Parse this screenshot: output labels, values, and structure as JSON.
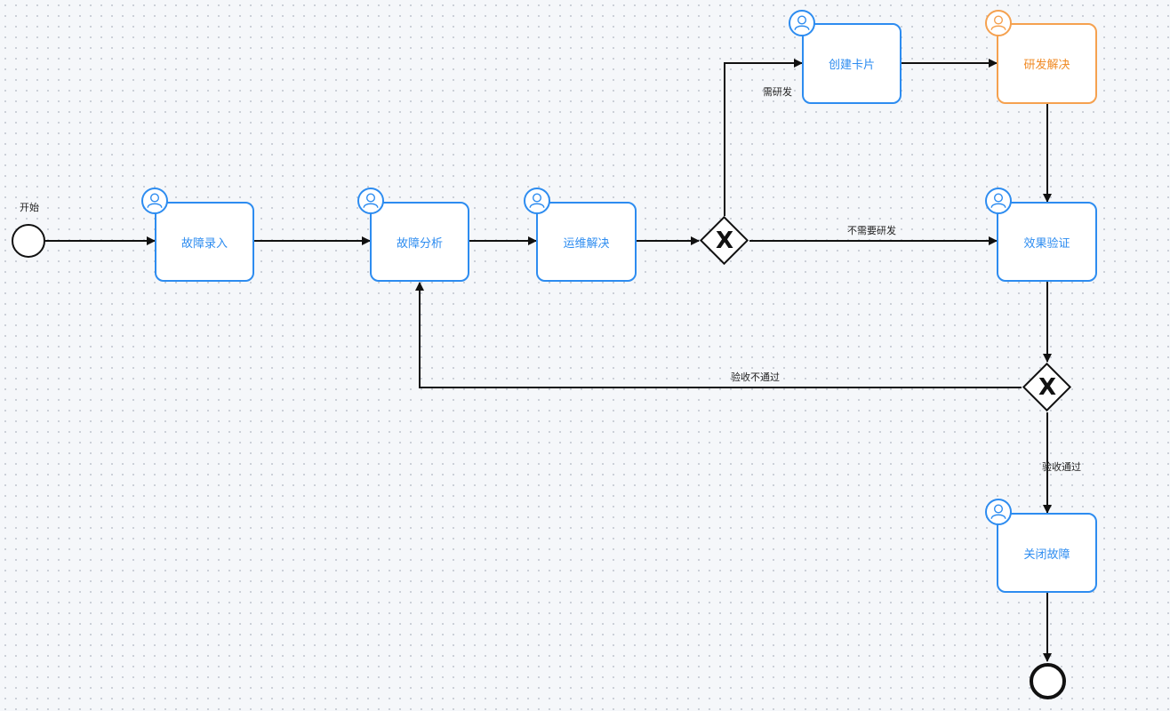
{
  "start_label": "开始",
  "tasks": {
    "fault_entry": "故障录入",
    "fault_analysis": "故障分析",
    "ops_resolve": "运维解决",
    "create_card": "创建卡片",
    "dev_resolve": "研发解决",
    "effect_verify": "效果验证",
    "close_fault": "关闭故障"
  },
  "edge_labels": {
    "need_dev": "需研发",
    "no_dev": "不需要研发",
    "rejected": "验收不通过",
    "accepted": "验收通过"
  },
  "gateway_symbol": "X",
  "colors": {
    "task_border": "#2d8cf0",
    "active_border": "#f5a14f",
    "line": "#111111"
  },
  "icons": {
    "assignee": "user-icon"
  }
}
